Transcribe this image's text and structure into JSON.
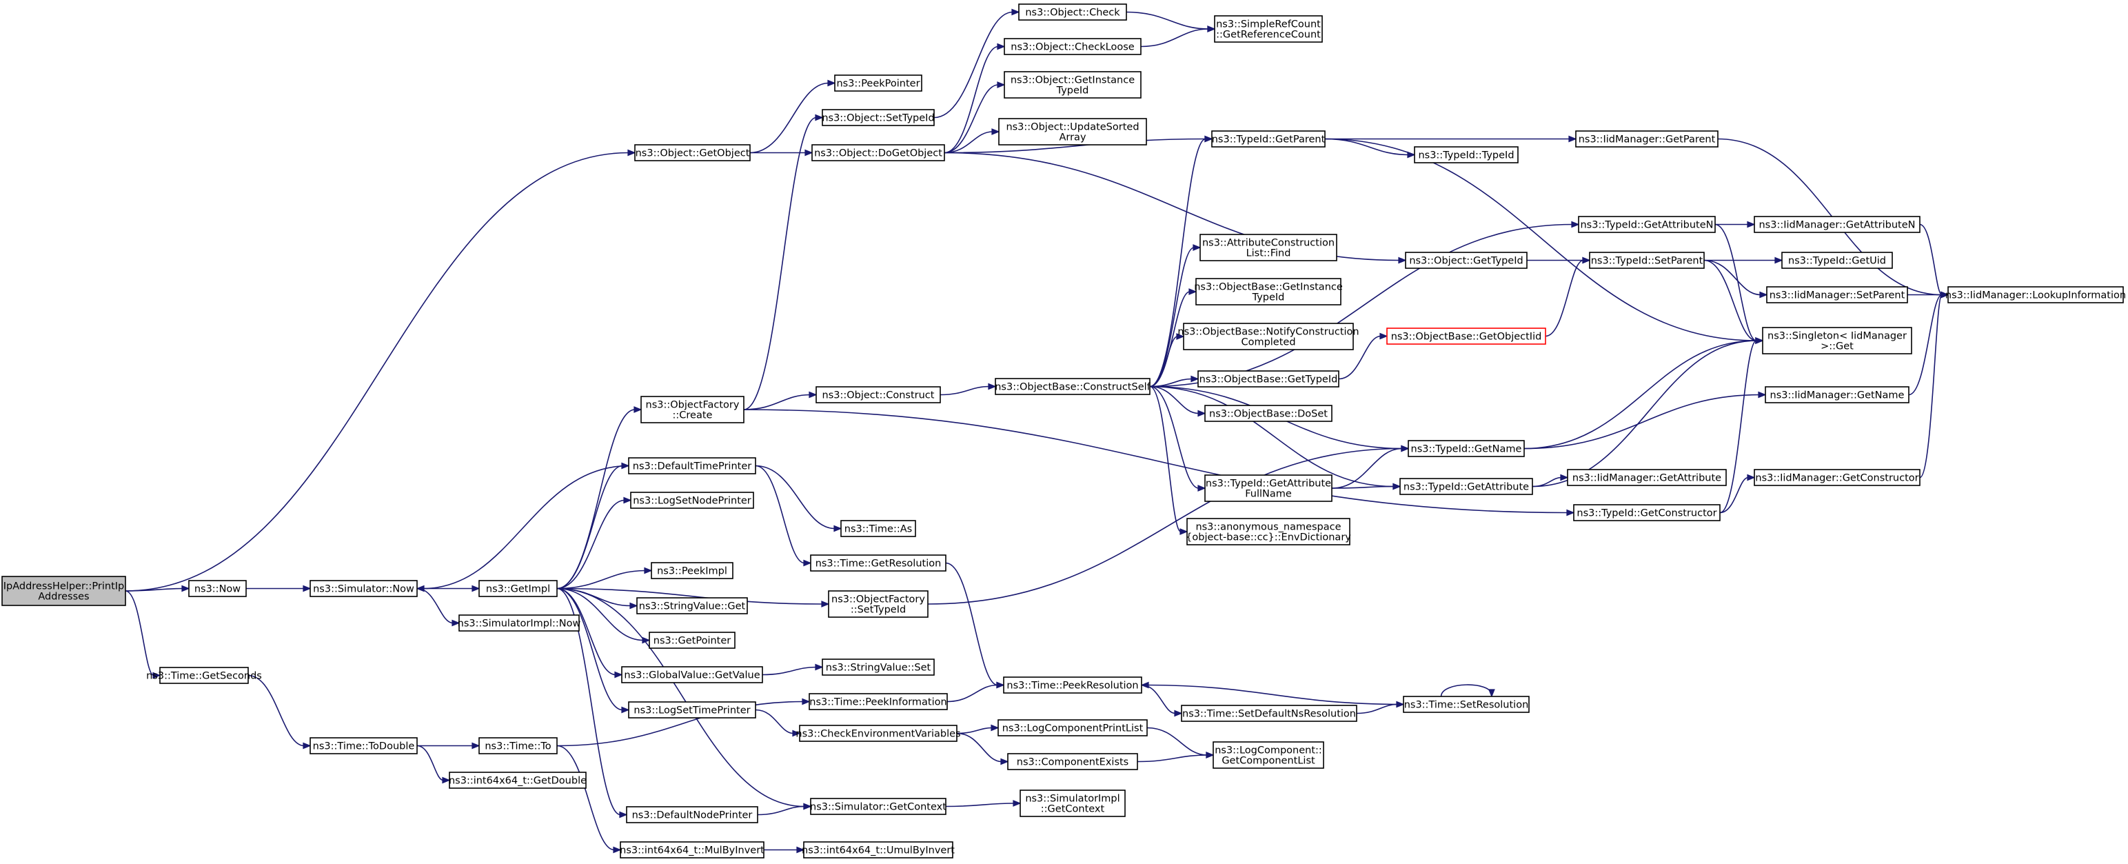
{
  "graph": {
    "edge_color": "#191970",
    "root_fill": "#bfbfbf",
    "nodes": [
      {
        "id": "root",
        "lines": [
          "IpAddressHelper::PrintIp",
          "Addresses"
        ],
        "root": true
      },
      {
        "id": "now",
        "lines": [
          "ns3::Now"
        ]
      },
      {
        "id": "getseconds",
        "lines": [
          "ns3::Time::GetSeconds"
        ]
      },
      {
        "id": "getobject",
        "lines": [
          "ns3::Object::GetObject"
        ]
      },
      {
        "id": "simnow",
        "lines": [
          "ns3::Simulator::Now"
        ]
      },
      {
        "id": "todouble",
        "lines": [
          "ns3::Time::ToDouble"
        ]
      },
      {
        "id": "getimpl",
        "lines": [
          "ns3::GetImpl"
        ]
      },
      {
        "id": "simimplnow",
        "lines": [
          "ns3::SimulatorImpl::Now"
        ]
      },
      {
        "id": "timeto",
        "lines": [
          "ns3::Time::To"
        ]
      },
      {
        "id": "getdouble",
        "lines": [
          "ns3::int64x64_t::GetDouble"
        ]
      },
      {
        "id": "peekpointer",
        "lines": [
          "ns3::PeekPointer"
        ]
      },
      {
        "id": "settypeid",
        "lines": [
          "ns3::Object::SetTypeId"
        ]
      },
      {
        "id": "dogetobject",
        "lines": [
          "ns3::Object::DoGetObject"
        ]
      },
      {
        "id": "ofcreate",
        "lines": [
          "ns3::ObjectFactory",
          "::Create"
        ]
      },
      {
        "id": "deftimeprinter",
        "lines": [
          "ns3::DefaultTimePrinter"
        ]
      },
      {
        "id": "logsetnodeprinter",
        "lines": [
          "ns3::LogSetNodePrinter"
        ]
      },
      {
        "id": "peekimpl",
        "lines": [
          "ns3::PeekImpl"
        ]
      },
      {
        "id": "strvalget",
        "lines": [
          "ns3::StringValue::Get"
        ]
      },
      {
        "id": "getpointer",
        "lines": [
          "ns3::GetPointer"
        ]
      },
      {
        "id": "gvgetvalue",
        "lines": [
          "ns3::GlobalValue::GetValue"
        ]
      },
      {
        "id": "logsettimeprinter",
        "lines": [
          "ns3::LogSetTimePrinter"
        ]
      },
      {
        "id": "defnodeprinter",
        "lines": [
          "ns3::DefaultNodePrinter"
        ]
      },
      {
        "id": "mulbyinvert",
        "lines": [
          "ns3::int64x64_t::MulByInvert"
        ]
      },
      {
        "id": "objconstruct",
        "lines": [
          "ns3::Object::Construct"
        ]
      },
      {
        "id": "timeas",
        "lines": [
          "ns3::Time::As"
        ]
      },
      {
        "id": "getresolution",
        "lines": [
          "ns3::Time::GetResolution"
        ]
      },
      {
        "id": "ofsettypeid",
        "lines": [
          "ns3::ObjectFactory",
          "::SetTypeId"
        ]
      },
      {
        "id": "strvalset",
        "lines": [
          "ns3::StringValue::Set"
        ]
      },
      {
        "id": "peekinformation",
        "lines": [
          "ns3::Time::PeekInformation"
        ]
      },
      {
        "id": "checkenv",
        "lines": [
          "ns3::CheckEnvironmentVariables"
        ]
      },
      {
        "id": "simgetcontext",
        "lines": [
          "ns3::Simulator::GetContext"
        ]
      },
      {
        "id": "umulbyinvert",
        "lines": [
          "ns3::int64x64_t::UmulByInvert"
        ]
      },
      {
        "id": "objcheck",
        "lines": [
          "ns3::Object::Check"
        ]
      },
      {
        "id": "objcheckloose",
        "lines": [
          "ns3::Object::CheckLoose"
        ]
      },
      {
        "id": "objgetinstancetypeid",
        "lines": [
          "ns3::Object::GetInstance",
          "TypeId"
        ]
      },
      {
        "id": "objupdatesorted",
        "lines": [
          "ns3::Object::UpdateSorted",
          "Array"
        ]
      },
      {
        "id": "constructself",
        "lines": [
          "ns3::ObjectBase::ConstructSelf"
        ]
      },
      {
        "id": "peekresolution",
        "lines": [
          "ns3::Time::PeekResolution"
        ]
      },
      {
        "id": "logcompprintlist",
        "lines": [
          "ns3::LogComponentPrintList"
        ]
      },
      {
        "id": "compexists",
        "lines": [
          "ns3::ComponentExists"
        ]
      },
      {
        "id": "simimplgetcontext",
        "lines": [
          "ns3::SimulatorImpl",
          "::GetContext"
        ]
      },
      {
        "id": "getrefcount",
        "lines": [
          "ns3::SimpleRefCount",
          "::GetReferenceCount"
        ]
      },
      {
        "id": "tidgetparent",
        "lines": [
          "ns3::TypeId::GetParent"
        ]
      },
      {
        "id": "attrconsfind",
        "lines": [
          "ns3::AttributeConstruction",
          "List::Find"
        ]
      },
      {
        "id": "obgetinstancetypeid",
        "lines": [
          "ns3::ObjectBase::GetInstance",
          "TypeId"
        ]
      },
      {
        "id": "obnotify",
        "lines": [
          "ns3::ObjectBase::NotifyConstruction",
          "Completed"
        ]
      },
      {
        "id": "obgettypeid",
        "lines": [
          "ns3::ObjectBase::GetTypeId"
        ]
      },
      {
        "id": "obdoset",
        "lines": [
          "ns3::ObjectBase::DoSet"
        ]
      },
      {
        "id": "tidgetattrfullname",
        "lines": [
          "ns3::TypeId::GetAttribute",
          "FullName"
        ]
      },
      {
        "id": "envdict",
        "lines": [
          "ns3::anonymous_namespace",
          "{object-base::cc}::EnvDictionary"
        ]
      },
      {
        "id": "setdefaultnsres",
        "lines": [
          "ns3::Time::SetDefaultNsResolution"
        ]
      },
      {
        "id": "getcomplist",
        "lines": [
          "ns3::LogComponent::",
          "GetComponentList"
        ]
      },
      {
        "id": "tidtypeid",
        "lines": [
          "ns3::TypeId::TypeId"
        ]
      },
      {
        "id": "objgettypeid",
        "lines": [
          "ns3::Object::GetTypeId"
        ]
      },
      {
        "id": "obgetobjectiid",
        "lines": [
          "ns3::ObjectBase::GetObjectIid"
        ],
        "red": true
      },
      {
        "id": "tidgetname",
        "lines": [
          "ns3::TypeId::GetName"
        ]
      },
      {
        "id": "tidgetattribute",
        "lines": [
          "ns3::TypeId::GetAttribute"
        ]
      },
      {
        "id": "timesetres",
        "lines": [
          "ns3::Time::SetResolution"
        ]
      },
      {
        "id": "iidgetparent",
        "lines": [
          "ns3::IidManager::GetParent"
        ]
      },
      {
        "id": "tidgetattributen",
        "lines": [
          "ns3::TypeId::GetAttributeN"
        ]
      },
      {
        "id": "tidsetparent",
        "lines": [
          "ns3::TypeId::SetParent"
        ]
      },
      {
        "id": "iidgetattribute",
        "lines": [
          "ns3::IidManager::GetAttribute"
        ]
      },
      {
        "id": "tidgetconstructor",
        "lines": [
          "ns3::TypeId::GetConstructor"
        ]
      },
      {
        "id": "iidgetattributen",
        "lines": [
          "ns3::IidManager::GetAttributeN"
        ]
      },
      {
        "id": "tidgetuid",
        "lines": [
          "ns3::TypeId::GetUid"
        ]
      },
      {
        "id": "iidsetparent",
        "lines": [
          "ns3::IidManager::SetParent"
        ]
      },
      {
        "id": "singletonget",
        "lines": [
          "ns3::Singleton< IidManager",
          ">::Get"
        ]
      },
      {
        "id": "iidgetname",
        "lines": [
          "ns3::IidManager::GetName"
        ]
      },
      {
        "id": "iidgetconstructor",
        "lines": [
          "ns3::IidManager::GetConstructor"
        ]
      },
      {
        "id": "iidlookup",
        "lines": [
          "ns3::IidManager::LookupInformation"
        ]
      }
    ],
    "edges": [
      [
        "root",
        "now"
      ],
      [
        "root",
        "getseconds"
      ],
      [
        "root",
        "getobject"
      ],
      [
        "now",
        "simnow"
      ],
      [
        "getseconds",
        "todouble"
      ],
      [
        "getobject",
        "peekpointer"
      ],
      [
        "getobject",
        "dogetobject"
      ],
      [
        "simnow",
        "getimpl"
      ],
      [
        "simnow",
        "simimplnow"
      ],
      [
        "todouble",
        "timeto"
      ],
      [
        "todouble",
        "getdouble"
      ],
      [
        "getimpl",
        "ofcreate"
      ],
      [
        "getimpl",
        "deftimeprinter"
      ],
      [
        "getimpl",
        "logsetnodeprinter"
      ],
      [
        "getimpl",
        "peekimpl"
      ],
      [
        "getimpl",
        "strvalget"
      ],
      [
        "getimpl",
        "getpointer"
      ],
      [
        "getimpl",
        "gvgetvalue"
      ],
      [
        "getimpl",
        "logsettimeprinter"
      ],
      [
        "getimpl",
        "defnodeprinter"
      ],
      [
        "getimpl",
        "ofsettypeid"
      ],
      [
        "getimpl",
        "simgetcontext"
      ],
      [
        "deftimeprinter",
        "simnow"
      ],
      [
        "deftimeprinter",
        "timeas"
      ],
      [
        "deftimeprinter",
        "getresolution"
      ],
      [
        "timeto",
        "peekinformation"
      ],
      [
        "timeto",
        "mulbyinvert"
      ],
      [
        "mulbyinvert",
        "umulbyinvert"
      ],
      [
        "ofcreate",
        "settypeid"
      ],
      [
        "ofcreate",
        "objconstruct"
      ],
      [
        "ofcreate",
        "tidgetconstructor"
      ],
      [
        "settypeid",
        "objcheck"
      ],
      [
        "dogetobject",
        "objcheckloose"
      ],
      [
        "dogetobject",
        "objgetinstancetypeid"
      ],
      [
        "dogetobject",
        "objupdatesorted"
      ],
      [
        "dogetobject",
        "tidgetparent"
      ],
      [
        "dogetobject",
        "objgettypeid"
      ],
      [
        "objcheck",
        "getrefcount"
      ],
      [
        "objcheckloose",
        "getrefcount"
      ],
      [
        "objconstruct",
        "constructself"
      ],
      [
        "constructself",
        "tidgetparent"
      ],
      [
        "constructself",
        "tidgetattributen"
      ],
      [
        "constructself",
        "attrconsfind"
      ],
      [
        "constructself",
        "obgetinstancetypeid"
      ],
      [
        "constructself",
        "obnotify"
      ],
      [
        "constructself",
        "obgettypeid"
      ],
      [
        "constructself",
        "obdoset"
      ],
      [
        "constructself",
        "tidgetname"
      ],
      [
        "constructself",
        "tidgetattrfullname"
      ],
      [
        "constructself",
        "envdict"
      ],
      [
        "constructself",
        "tidgetattribute"
      ],
      [
        "getresolution",
        "peekresolution"
      ],
      [
        "gvgetvalue",
        "strvalset"
      ],
      [
        "peekinformation",
        "peekresolution"
      ],
      [
        "logsettimeprinter",
        "checkenv"
      ],
      [
        "checkenv",
        "logcompprintlist"
      ],
      [
        "checkenv",
        "compexists"
      ],
      [
        "logcompprintlist",
        "getcomplist"
      ],
      [
        "compexists",
        "getcomplist"
      ],
      [
        "defnodeprinter",
        "simgetcontext"
      ],
      [
        "simgetcontext",
        "simimplgetcontext"
      ],
      [
        "ofsettypeid",
        "tidgetname"
      ],
      [
        "peekresolution",
        "setdefaultnsres"
      ],
      [
        "setdefaultnsres",
        "timesetres"
      ],
      [
        "timesetres",
        "peekresolution"
      ],
      [
        "timesetres",
        "timesetres"
      ],
      [
        "tidgetparent",
        "tidtypeid"
      ],
      [
        "tidgetparent",
        "iidgetparent"
      ],
      [
        "tidgetparent",
        "singletonget"
      ],
      [
        "obgettypeid",
        "obgetobjectiid"
      ],
      [
        "obgetobjectiid",
        "tidsetparent"
      ],
      [
        "objgettypeid",
        "tidsetparent"
      ],
      [
        "tidgetattrfullname",
        "tidgetname"
      ],
      [
        "tidgetattrfullname",
        "tidgetattribute"
      ],
      [
        "tidgetname",
        "singletonget"
      ],
      [
        "tidgetname",
        "iidgetname"
      ],
      [
        "tidgetattribute",
        "singletonget"
      ],
      [
        "tidgetattribute",
        "iidgetattribute"
      ],
      [
        "tidgetattributen",
        "iidgetattributen"
      ],
      [
        "tidgetattributen",
        "singletonget"
      ],
      [
        "tidsetparent",
        "tidgetuid"
      ],
      [
        "tidsetparent",
        "iidsetparent"
      ],
      [
        "tidsetparent",
        "singletonget"
      ],
      [
        "tidgetconstructor",
        "singletonget"
      ],
      [
        "tidgetconstructor",
        "iidgetconstructor"
      ],
      [
        "iidgetparent",
        "iidlookup"
      ],
      [
        "iidgetattributen",
        "iidlookup"
      ],
      [
        "iidsetparent",
        "iidlookup"
      ],
      [
        "iidgetname",
        "iidlookup"
      ],
      [
        "iidgetconstructor",
        "iidlookup"
      ]
    ]
  }
}
